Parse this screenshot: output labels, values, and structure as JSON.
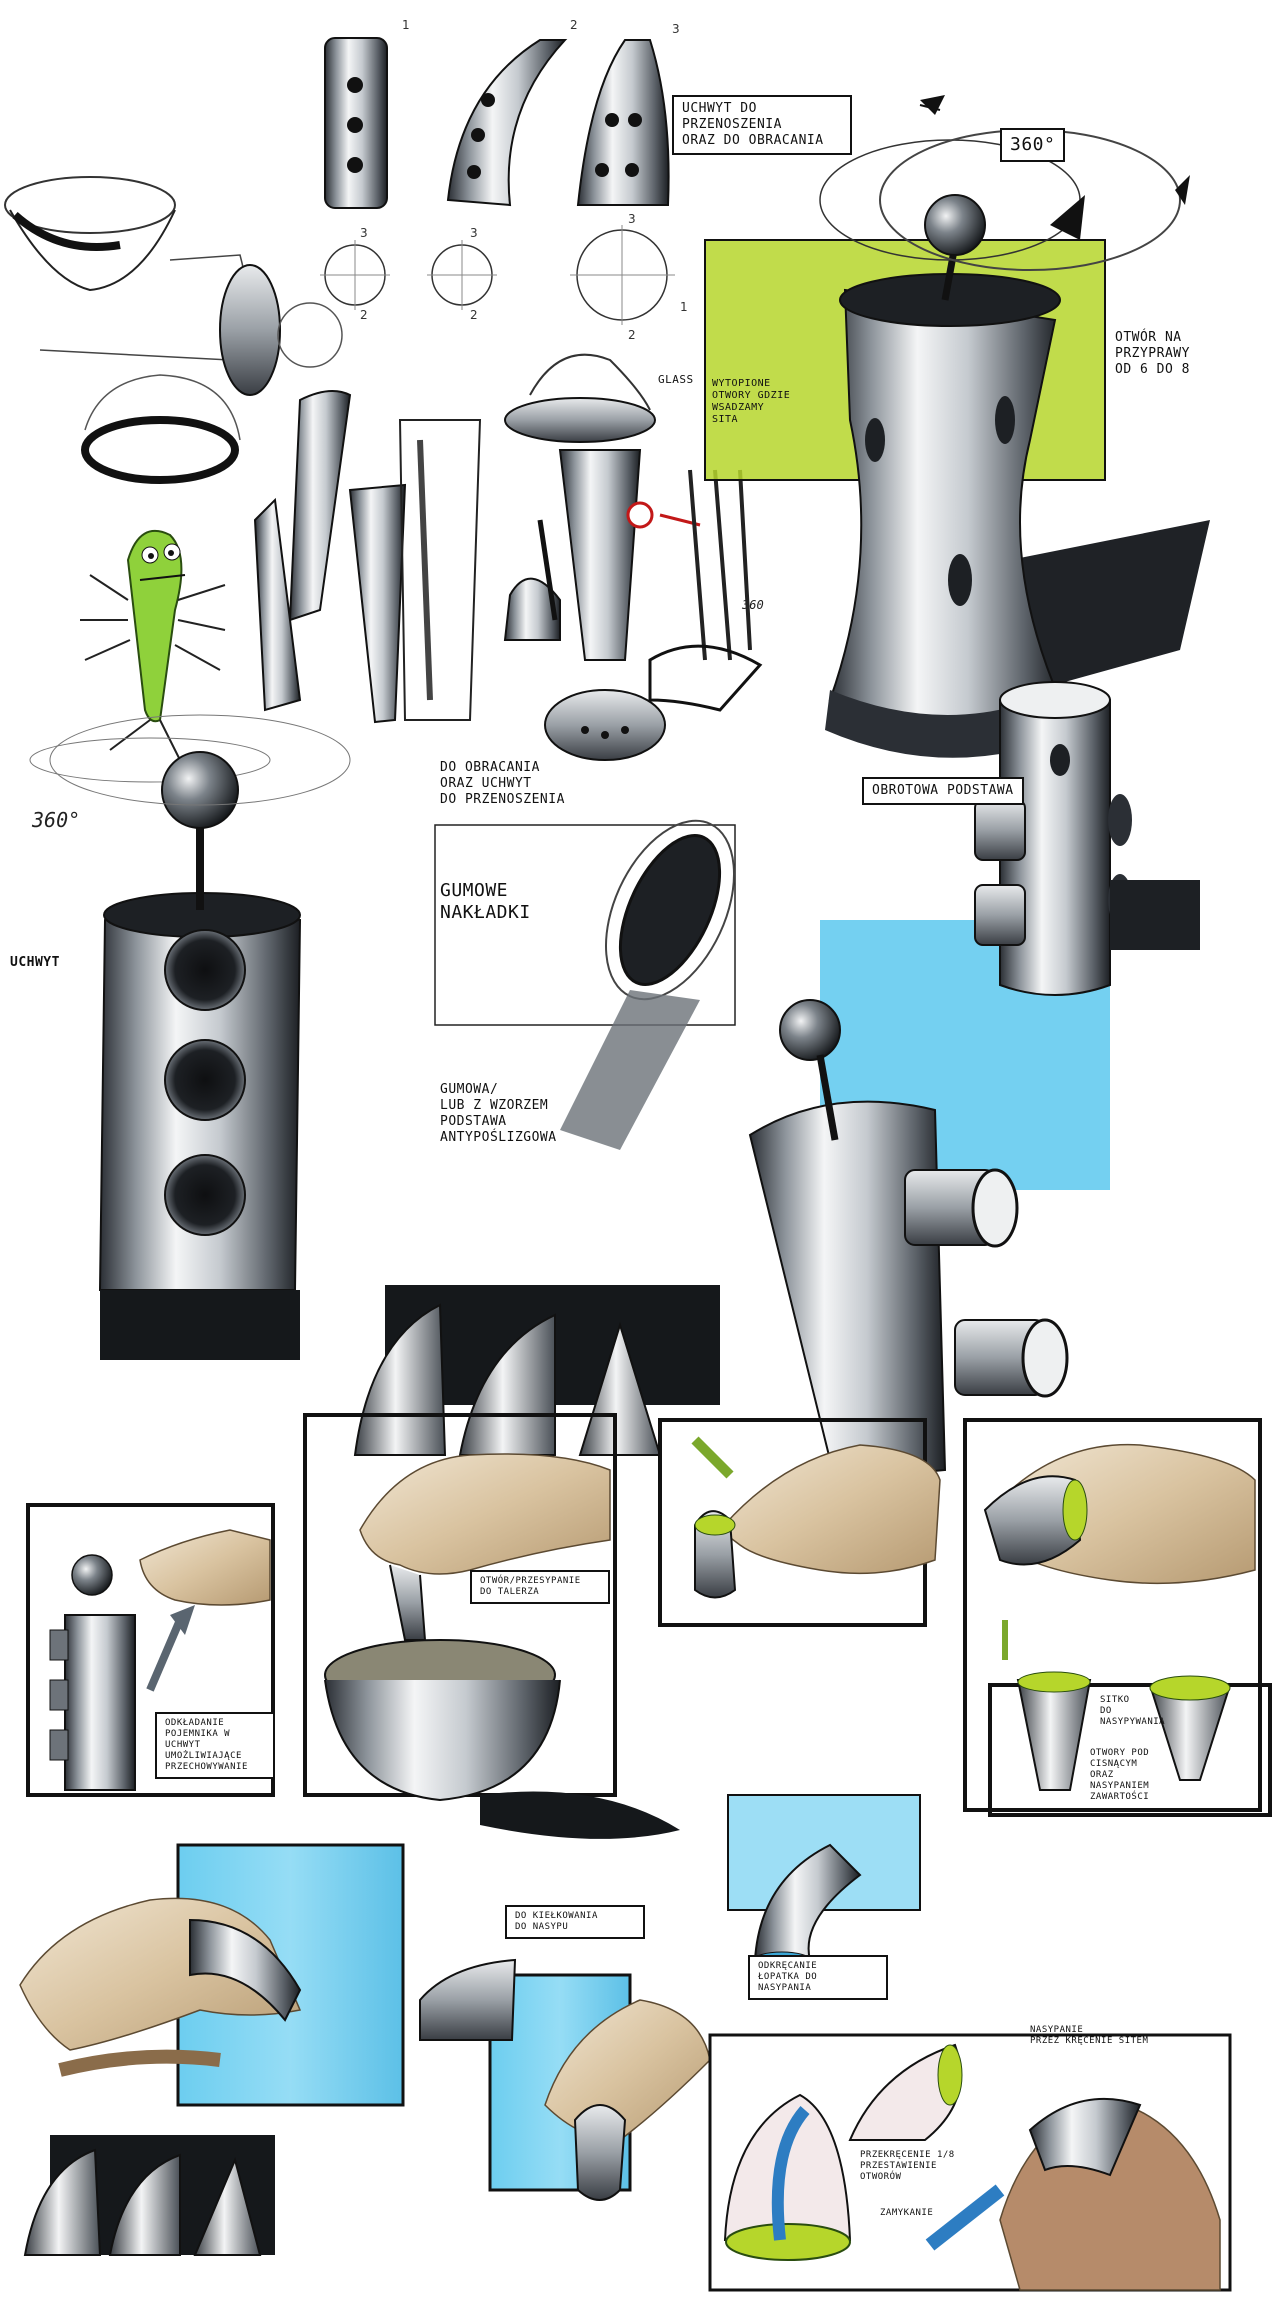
{
  "sheet": {
    "background": "#ffffff",
    "accent_green": "#b6d62b",
    "accent_blue": "#5cc8ee",
    "metal_dark": "#2b2f35",
    "metal_light": "#e6e8ea"
  },
  "labels": {
    "handle_rotate": "UCHWYT DO PRZENOSZENIA\nORAZ DO OBRACANIA",
    "deg_360_top": "360°",
    "opening": "OTWÓR NA\nPRZYPRAWY\nOD 6 DO 8",
    "rotating_base": "OBROTOWA PODSTAWA",
    "rotate_handle": "DO OBRACANIA\nORAZ UCHWYT\nDO PRZENOSZENIA",
    "deg_360_left": "360°",
    "handle_left": "UCHWYT",
    "rubber_feet": "GUMOWE\nNAKŁADKI",
    "rubber_base": "GUMOWA/\nLUB Z WZORZEM\nPODSTAWA\nANTYPOŚLIZGOWA",
    "deg_360_small": "360",
    "holes_note": "WYTOPIONE\nOTWORY GDZIE\nWSADZAMY\nSITA",
    "glass": "GLASS",
    "pour_note": "OTWÓR/PRZESYPANIE\nDO TALERZA",
    "unit_storage": "ODKŁADANIE\nPOJEMNIKA W\nUCHWYT\nUMOŻLIWIAJĄCE\nPRZECHOWYWANIE",
    "sieve_note": "SITKO\nDO\nNASYPYWANIA",
    "holes_under": "OTWORY POD\nCISNĄCYM\nORAZ\nNASYPANIEM\nZAWARTOŚCI",
    "pinch_note": "DO KIEŁKOWANIA\nDO NASYPU",
    "pour_note_2": "ODKRĘCANIE\nŁOPATKA DO\nNASYPANIA",
    "twist_note": "PRZEKRĘCENIE 1/8\nPRZESTAWIENIE\nOTWORÓW",
    "twist_close": "ZAMYKANIE",
    "pour_right": "NASYPANIE\nPRZEZ KRĘCENIE SITEM"
  },
  "view_numbers": {
    "n1": "1",
    "n2": "2",
    "n3": "3"
  },
  "dims": [
    "3",
    "2",
    "3",
    "2",
    "3",
    "1",
    "2"
  ],
  "icons": [
    "spice-grinder-tower-icon",
    "spice-container-icon",
    "hand-sketch-icon",
    "arrow-icon",
    "rotate-arrow-icon",
    "bowl-icon",
    "monster-doodle-icon"
  ]
}
